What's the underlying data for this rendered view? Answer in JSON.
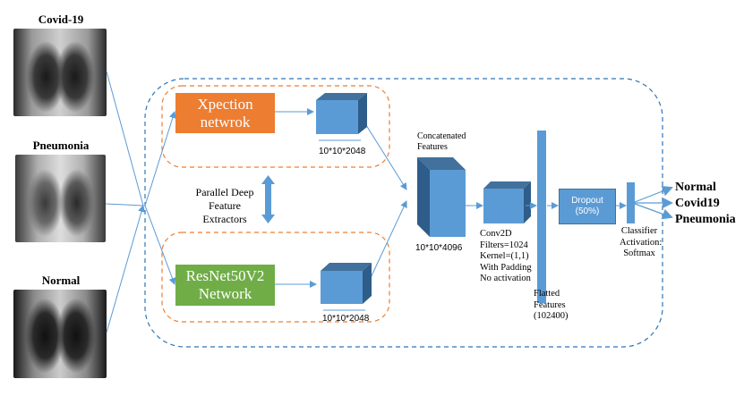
{
  "inputs": [
    {
      "label": "Covid-19"
    },
    {
      "label": "Pneumonia"
    },
    {
      "label": "Normal"
    }
  ],
  "extractors": {
    "xception_label": "Xpection\nnetwrok",
    "resnet_label": "ResNet50V2\nNetwork",
    "xception_dims": "10*10*2048",
    "resnet_dims": "10*10*2048",
    "parallel_label": "Parallel Deep\nFeature Extractors"
  },
  "concat": {
    "label": "Concatenated\nFeatures",
    "dims": "10*10*4096"
  },
  "conv": {
    "label": "Conv2D\nFilters=1024\nKernel=(1,1)\nWith Padding\nNo activation"
  },
  "flatten": {
    "label": "Flatted\nFeatures\n(102400)"
  },
  "dropout": {
    "label": "Dropout\n(50%)"
  },
  "classifier": {
    "label": "Classifier\nActivation:\nSoftmax"
  },
  "outputs": [
    "Normal",
    "Covid19",
    "Pneumonia"
  ],
  "colors": {
    "xception": "#ed7d31",
    "resnet": "#70ad47",
    "blue": "#5b9bd5",
    "blue_dark": "#41719c",
    "line": "#5b9bd5",
    "dash_orange": "#ed7d31",
    "dash_blue": "#2e75b6"
  }
}
